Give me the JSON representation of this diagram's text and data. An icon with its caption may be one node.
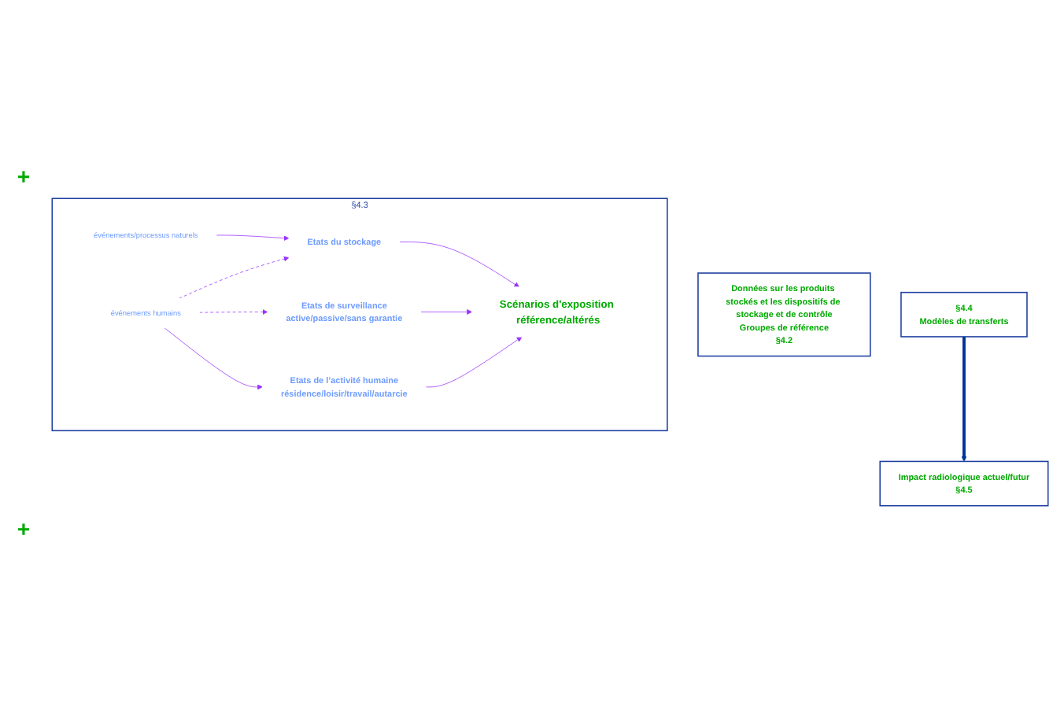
{
  "diagram": {
    "nodes": [
      {
        "text": [
          "Données sur les produits stockés et les dispositifs de stockage et de contrôle",
          "Groupes de référence",
          "§4.2"
        ]
      },
      {
        "text": [
          "§4.3"
        ]
      },
      {
        "text": [
          "événements/processus naturels"
        ],
        "in": 1
      },
      {
        "text": [
          "Etats du stockage"
        ],
        "in": 1
      },
      {
        "text": [
          "événements humains"
        ],
        "in": 1
      },
      {
        "text": [
          "Etats de surveillance",
          "active/passive/sans garantie"
        ],
        "in": 1
      },
      {
        "text": [
          "Etats de l’activité humaine",
          "résidence/loisir/travail/autarcie"
        ],
        "in": 1
      },
      {
        "text": [
          "Scénarios d'exposition référence/altérés"
        ],
        "in": 1
      },
      {
        "text": [
          "§4.4",
          "Modèles de transferts"
        ]
      },
      {
        "text": [
          "Impact radiologique actuel/futur",
          "§4.5"
        ]
      }
    ],
    "edges": [
      {
        "from": 2,
        "to": 3,
        "arrow": "to"
      },
      {
        "from": 4,
        "to": 3,
        "arrow": "to",
        "style": "dashed"
      },
      {
        "from": 4,
        "to": 5,
        "arrow": "to",
        "style": "dashed"
      },
      {
        "from": 4,
        "to": 6,
        "arrow": "to"
      },
      {
        "from": 3,
        "to": 7,
        "arrow": "to"
      },
      {
        "from": 5,
        "to": 7,
        "arrow": "to"
      },
      {
        "from": 6,
        "to": 7,
        "arrow": "to"
      },
      {
        "from": 8,
        "to": 9,
        "arrow": "to",
        "style": "thick",
        "color": "#003399"
      }
    ],
    "labels": [
      "+",
      "+"
    ]
  }
}
